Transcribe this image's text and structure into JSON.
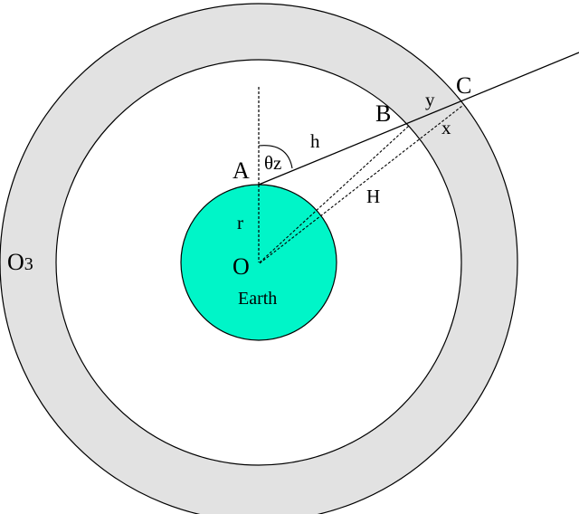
{
  "labels": {
    "A": "A",
    "B": "B",
    "C": "C",
    "O": "O",
    "h": "h",
    "H": "H",
    "r": "r",
    "x": "x",
    "y": "y",
    "theta": "θz",
    "earth": "Earth",
    "ozone": "O",
    "ozone_sub": "3"
  },
  "colors": {
    "earth": "#00f5c8",
    "ozone_layer": "#e2e2e2",
    "stroke": "#000000"
  }
}
